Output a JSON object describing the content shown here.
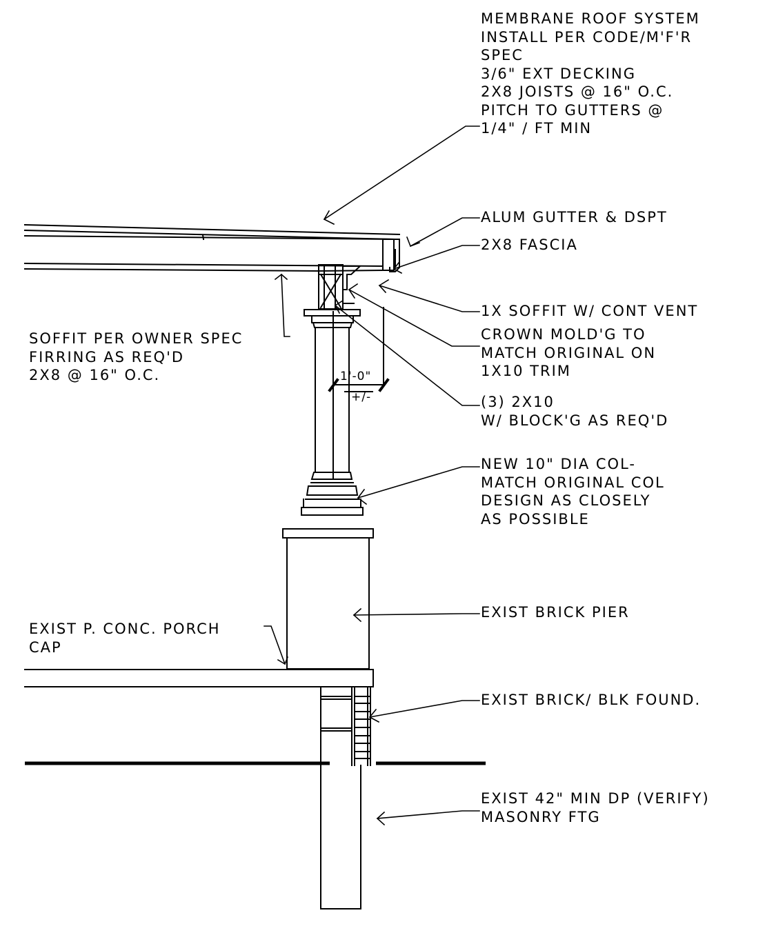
{
  "notes": {
    "membrane_roof": [
      "MEMBRANE ROOF SYSTEM",
      "INSTALL PER CODE/M'F'R",
      "SPEC",
      "3/6\" EXT DECKING",
      "2X8 JOISTS @ 16\" O.C.",
      "PITCH TO GUTTERS @",
      "1/4\" / FT MIN"
    ],
    "gutter": [
      "ALUM GUTTER & DSPT"
    ],
    "fascia": [
      "2X8 FASCIA"
    ],
    "soffit_vent": [
      "1X SOFFIT W/ CONT VENT"
    ],
    "crown_mold": [
      "CROWN MOLD'G TO",
      "MATCH ORIGINAL ON",
      "1X10 TRIM"
    ],
    "header": [
      "(3) 2X10",
      "W/ BLOCK'G AS REQ'D"
    ],
    "soffit_owner": [
      "SOFFIT PER OWNER SPEC",
      "FIRRING AS REQ'D",
      "2X8 @ 16\" O.C."
    ],
    "column": [
      "NEW 10\" DIA COL-",
      "MATCH ORIGINAL COL",
      "DESIGN AS CLOSELY",
      "AS POSSIBLE"
    ],
    "brick_pier": [
      "EXIST BRICK PIER"
    ],
    "porch_cap": [
      "EXIST P. CONC. PORCH",
      "CAP"
    ],
    "foundation": [
      "EXIST BRICK/ BLK FOUND."
    ],
    "footing": [
      "EXIST 42\" MIN DP (VERIFY)",
      "MASONRY FTG"
    ]
  },
  "dimension": {
    "value": "1'-0\"",
    "tolerance": "+/-"
  }
}
